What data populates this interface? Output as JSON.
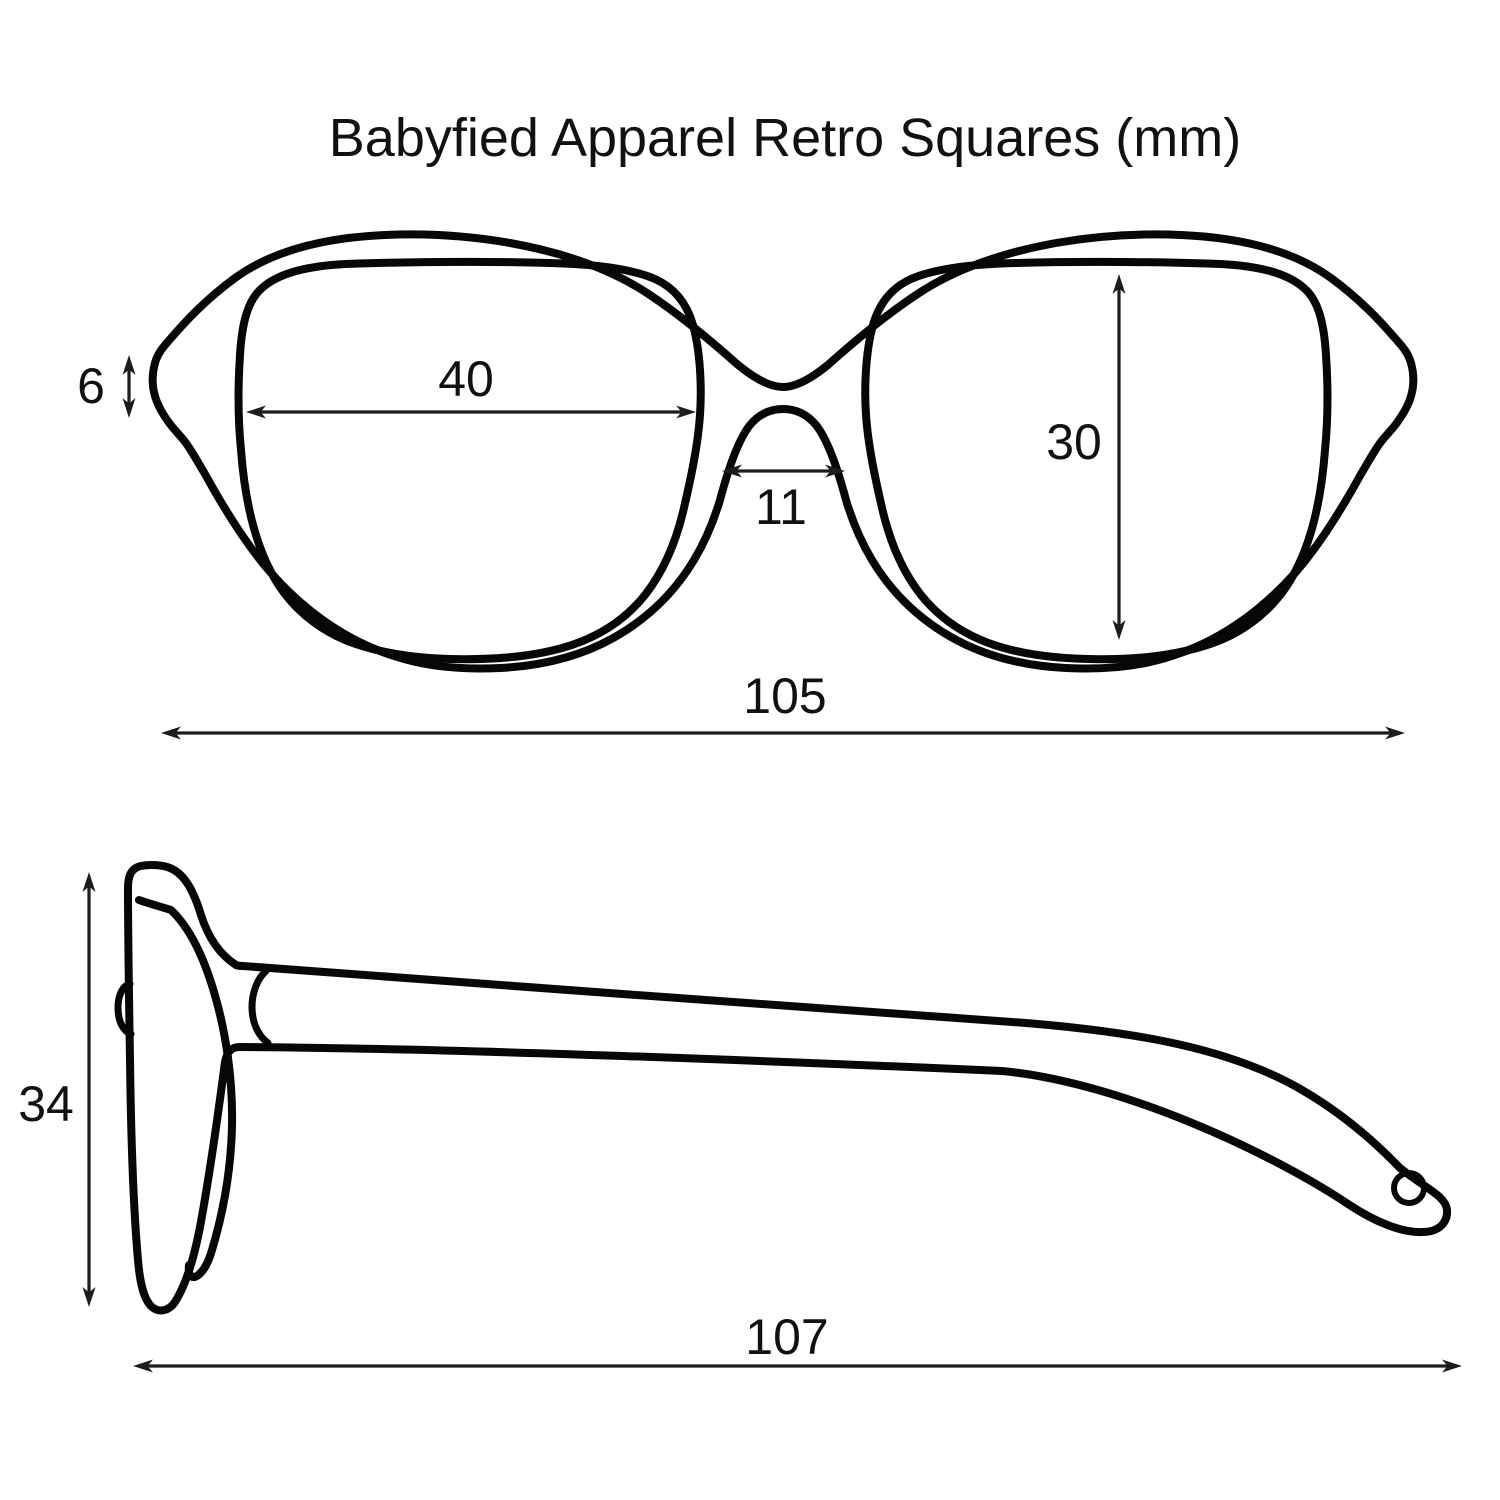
{
  "title": "Babyfied Apparel Retro Squares (mm)",
  "unit": "mm",
  "dims": {
    "endpiece_height": "6",
    "lens_width": "40",
    "bridge_width": "11",
    "lens_height": "30",
    "frame_width": "105",
    "frame_height": "34",
    "temple_length": "107"
  }
}
